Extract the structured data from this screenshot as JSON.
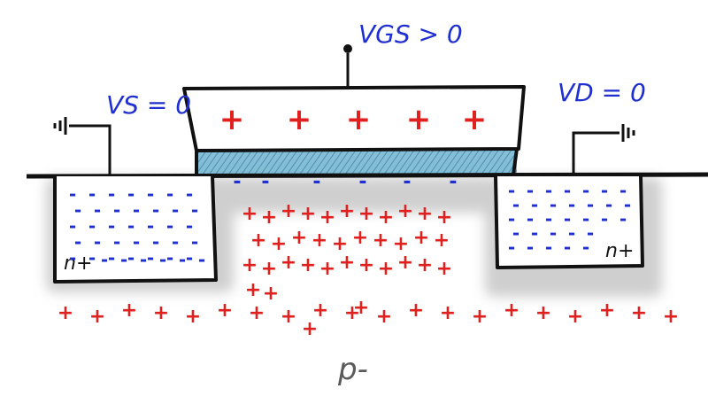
{
  "labels": {
    "gate_voltage": "VGS > 0",
    "source_voltage": "VS = 0",
    "drain_voltage": "VD = 0",
    "source_region": "n+",
    "drain_region": "n+",
    "substrate": "p-"
  },
  "gate_charge_symbol": "+",
  "channel_charge_symbol": "-",
  "substrate_charge_symbol": "+",
  "colors": {
    "ink": "#111111",
    "positive_charge": "#e0201e",
    "negative_charge": "#1f2fd0",
    "label_blue": "#1f2fd0",
    "oxide": "#3f93b5",
    "substrate_label": "#5a5a5a",
    "depletion_shadow": "#cfcfcf"
  }
}
